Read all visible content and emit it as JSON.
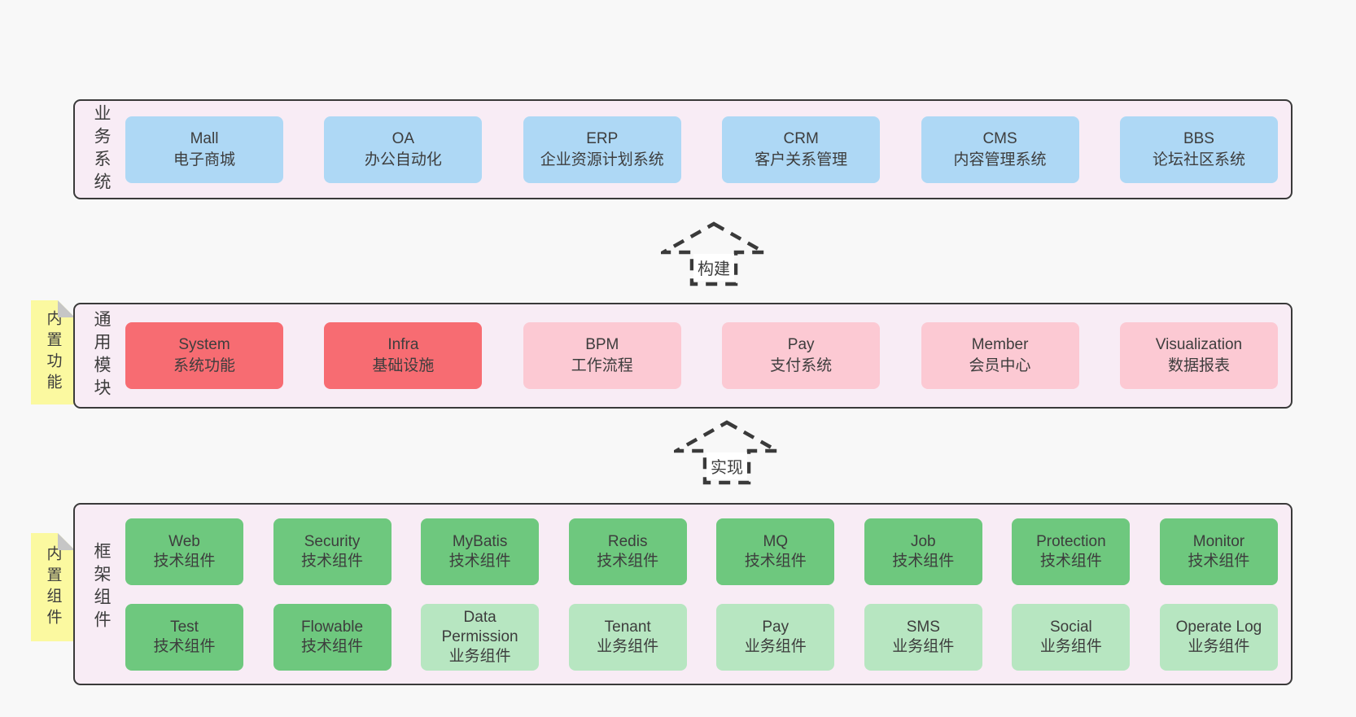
{
  "notes": [
    {
      "text": "内置功能"
    },
    {
      "text": "内置组件"
    }
  ],
  "arrows": [
    {
      "label": "构建"
    },
    {
      "label": "实现"
    }
  ],
  "bands": [
    {
      "vertical_label": "业务系统",
      "rows": [
        [
          {
            "name": "Mall",
            "desc": "电子商城",
            "color": "blue"
          },
          {
            "name": "OA",
            "desc": "办公自动化",
            "color": "blue"
          },
          {
            "name": "ERP",
            "desc": "企业资源计划系统",
            "color": "blue"
          },
          {
            "name": "CRM",
            "desc": "客户关系管理",
            "color": "blue"
          },
          {
            "name": "CMS",
            "desc": "内容管理系统",
            "color": "blue"
          },
          {
            "name": "BBS",
            "desc": "论坛社区系统",
            "color": "blue"
          }
        ]
      ]
    },
    {
      "vertical_label": "通用模块",
      "rows": [
        [
          {
            "name": "System",
            "desc": "系统功能",
            "color": "red"
          },
          {
            "name": "Infra",
            "desc": "基础设施",
            "color": "red"
          },
          {
            "name": "BPM",
            "desc": "工作流程",
            "color": "pink"
          },
          {
            "name": "Pay",
            "desc": "支付系统",
            "color": "pink"
          },
          {
            "name": "Member",
            "desc": "会员中心",
            "color": "pink"
          },
          {
            "name": "Visualization",
            "desc": "数据报表",
            "color": "pink"
          }
        ]
      ]
    },
    {
      "vertical_label": "框架组件",
      "rows": [
        [
          {
            "name": "Web",
            "desc": "技术组件",
            "color": "green"
          },
          {
            "name": "Security",
            "desc": "技术组件",
            "color": "green"
          },
          {
            "name": "MyBatis",
            "desc": "技术组件",
            "color": "green"
          },
          {
            "name": "Redis",
            "desc": "技术组件",
            "color": "green"
          },
          {
            "name": "MQ",
            "desc": "技术组件",
            "color": "green"
          },
          {
            "name": "Job",
            "desc": "技术组件",
            "color": "green"
          },
          {
            "name": "Protection",
            "desc": "技术组件",
            "color": "green"
          },
          {
            "name": "Monitor",
            "desc": "技术组件",
            "color": "green"
          }
        ],
        [
          {
            "name": "Test",
            "desc": "技术组件",
            "color": "green"
          },
          {
            "name": "Flowable",
            "desc": "技术组件",
            "color": "green"
          },
          {
            "name": "Data Permission",
            "desc": "业务组件",
            "color": "lightgreen"
          },
          {
            "name": "Tenant",
            "desc": "业务组件",
            "color": "lightgreen"
          },
          {
            "name": "Pay",
            "desc": "业务组件",
            "color": "lightgreen"
          },
          {
            "name": "SMS",
            "desc": "业务组件",
            "color": "lightgreen"
          },
          {
            "name": "Social",
            "desc": "业务组件",
            "color": "lightgreen"
          },
          {
            "name": "Operate Log",
            "desc": "业务组件",
            "color": "lightgreen"
          }
        ]
      ]
    }
  ],
  "colors": {
    "blue": "#aed8f5",
    "red": "#f76c72",
    "pink": "#fcc9d3",
    "green": "#6ec87e",
    "lightgreen": "#b7e6c1",
    "band_bg": "#f8ecf5",
    "band_border": "#3a3a3a",
    "note_bg": "#fbf9a0",
    "note_fold": "#c6c6c6",
    "page_bg": "#f8f8f8",
    "text": "#3d3d3d"
  }
}
